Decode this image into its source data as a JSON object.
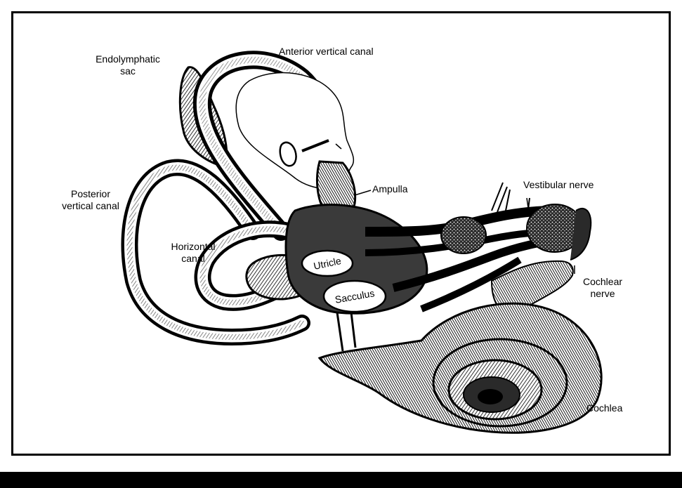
{
  "diagram": {
    "labels": {
      "endolymphatic_sac": [
        "Endolymphatic",
        "sac"
      ],
      "anterior_vertical_canal": "Anterior vertical canal",
      "posterior_vertical_canal": [
        "Posterior",
        "vertical canal"
      ],
      "ampulla": "Ampulla",
      "vestibular_nerve": "Vestibular nerve",
      "horizontal_canal": [
        "Horizontal",
        "canal"
      ],
      "utricle": "Utricle",
      "sacculus": "Sacculus",
      "cochlear_nerve": [
        "Cochlear",
        "nerve"
      ],
      "cochlea": "Cochlea"
    },
    "colors": {
      "ink": "#000000",
      "paper": "#ffffff",
      "shade": "#3a3a3a"
    }
  }
}
